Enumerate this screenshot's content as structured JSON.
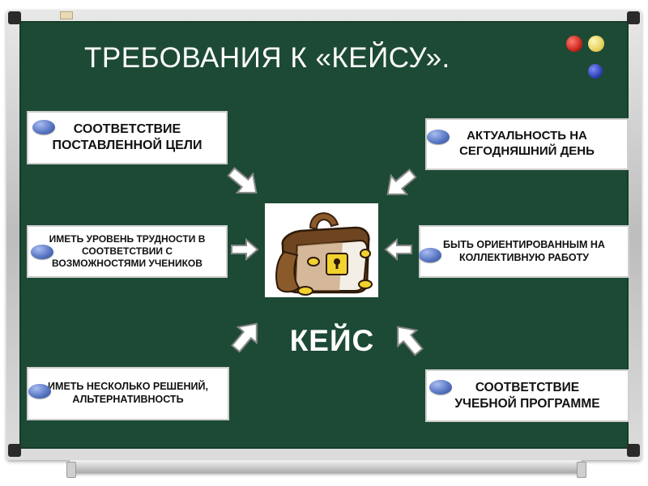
{
  "title": "ТРЕБОВАНИЯ К «КЕЙСУ».",
  "center_label": "КЕЙС",
  "requirements": [
    {
      "lines": [
        "Соответствие",
        "поставленной цели"
      ]
    },
    {
      "lines": [
        "Актуальность на",
        "сегодняшний день"
      ]
    },
    {
      "lines": [
        "Иметь уровень трудности в",
        "соответствии с",
        "возможностями учеников"
      ]
    },
    {
      "lines": [
        "Быть ориентированным на",
        "коллективную работу"
      ]
    },
    {
      "lines": [
        "Иметь несколько решений,",
        "альтернативность"
      ]
    },
    {
      "lines": [
        "Соответствие",
        "учебной программе"
      ]
    }
  ],
  "colors": {
    "board": "#1d4a35",
    "box_background": "#ffffff",
    "pin": "#5a78c4",
    "text_light": "#ffffff"
  },
  "icons": [
    "briefcase-icon",
    "arrow-icon",
    "magnet-icon",
    "pin-icon"
  ]
}
